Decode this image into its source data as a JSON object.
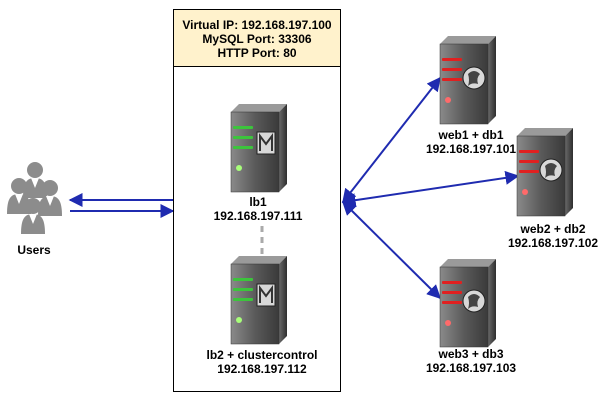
{
  "cluster": {
    "vip_line1": "Virtual IP: 192.168.197.100",
    "vip_line2": "MySQL Port: 33306",
    "vip_line3": "HTTP Port: 80"
  },
  "users": {
    "label": "Users",
    "icon": "users-group-icon"
  },
  "nodes": [
    {
      "id": "lb1",
      "name": "lb1",
      "ip": "192.168.197.111",
      "role": "load-balancer",
      "icon": "server-icon",
      "accent": "#3cc43c"
    },
    {
      "id": "lb2",
      "name": "lb2 + clustercontrol",
      "ip": "192.168.197.112",
      "role": "load-balancer",
      "icon": "server-icon",
      "accent": "#3cc43c"
    },
    {
      "id": "web1",
      "name": "web1 + db1",
      "ip": "192.168.197.101",
      "role": "web-db",
      "icon": "server-icon",
      "accent": "#e02020"
    },
    {
      "id": "web2",
      "name": "web2 + db2",
      "ip": "192.168.197.102",
      "role": "web-db",
      "icon": "server-icon",
      "accent": "#e02020"
    },
    {
      "id": "web3",
      "name": "web3 + db3",
      "ip": "192.168.197.103",
      "role": "web-db",
      "icon": "server-icon",
      "accent": "#e02020"
    }
  ],
  "colors": {
    "arrow": "#1f2bb0",
    "box_fill": "#fff2cc",
    "server_body": "#555555"
  }
}
